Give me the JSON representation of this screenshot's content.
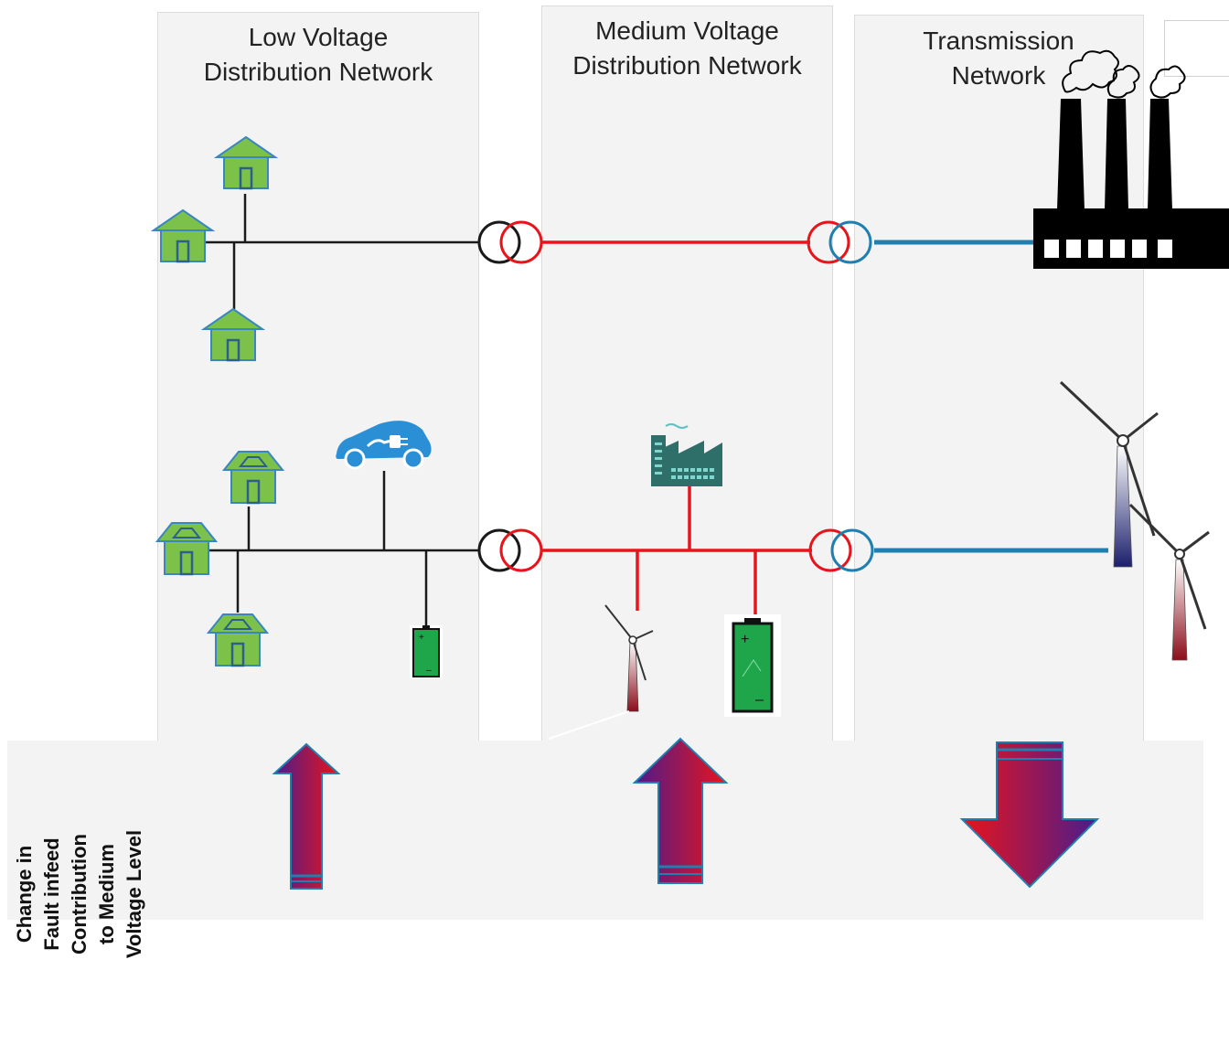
{
  "panels": {
    "low_voltage": {
      "title": "Low Voltage\nDistribution Network"
    },
    "medium_voltage": {
      "title": "Medium Voltage\nDistribution Network"
    },
    "transmission": {
      "title": "Transmission\nNetwork"
    }
  },
  "side_label": "Change in\nFault infeed\nContribution\nto Medium\nVoltage Level",
  "colors": {
    "lv_line": "#1a1a1a",
    "mv_line": "#e8141c",
    "tx_line": "#1f7fb0",
    "house_fill": "#7cc24a",
    "house_stroke": "#3a86c4",
    "car": "#2b8fd6",
    "battery": "#1fa54a",
    "factory_teal": "#2f6f6a",
    "arrow_blue": "#4b1c8c",
    "arrow_red": "#e8141c"
  },
  "icons": {
    "house": "house-icon",
    "electric_car": "electric-car-icon",
    "battery": "battery-icon",
    "wind_turbine": "wind-turbine-icon",
    "factory": "factory-icon",
    "power_plant": "power-plant-icon",
    "transformer": "transformer-icon"
  },
  "arrows": {
    "low_voltage": "up",
    "medium_voltage": "up",
    "transmission": "down"
  }
}
